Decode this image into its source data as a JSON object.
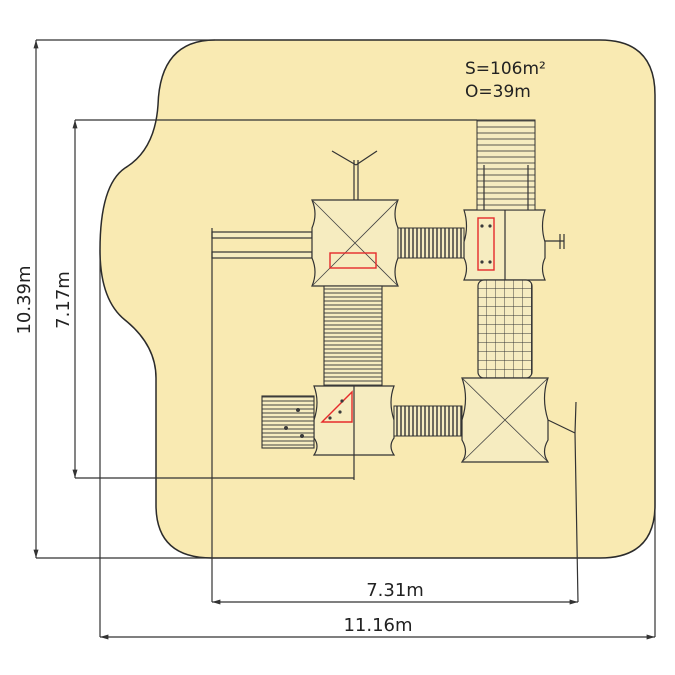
{
  "area": {
    "surface": "S=106m²",
    "perimeter": "O=39m"
  },
  "dimensions": {
    "height_total": "10.39m",
    "height_inner": "7.17m",
    "width_inner": "7.31m",
    "width_total": "11.16m"
  },
  "colors": {
    "safety_zone": "#f9eab2",
    "safety_zone_stroke": "#2b2b2b",
    "equipment_fill": "#f6ecc0",
    "marker": "#e52b2b",
    "dimension_line": "#333333"
  }
}
